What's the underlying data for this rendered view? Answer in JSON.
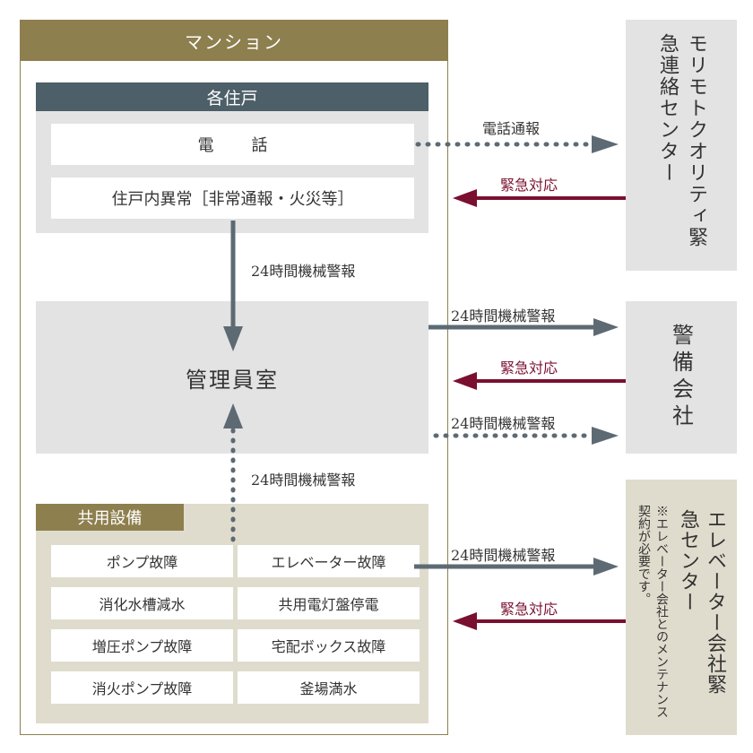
{
  "mansion": {
    "title": "マンション"
  },
  "units": {
    "title": "各住戸",
    "phone": "電話",
    "abnormal": "住戸内異常［非常通報・火災等］"
  },
  "manager_room": {
    "label": "管理員室"
  },
  "common": {
    "title": "共用設備",
    "items": [
      "ポンプ故障",
      "エレベーター故障",
      "消化水槽減水",
      "共用電灯盤停電",
      "増圧ポンプ故障",
      "宅配ボックス故障",
      "消火ポンプ故障",
      "釜場満水"
    ]
  },
  "right": {
    "morimoto": "モリモトクオリティ緊急連絡センター",
    "security": "警備会社",
    "elevator": "エレベーター会社緊急センター",
    "elevator_note": "※エレベーター会社とのメンテナンス契約が必要です。"
  },
  "labels": {
    "phone_report": "電話通報",
    "emergency": "緊急対応",
    "alarm": "24時間機械警報"
  },
  "colors": {
    "gold": "#8d7f4e",
    "slate": "#4d5f68",
    "arrow": "#5d6a73",
    "red": "#7a1030",
    "gray": "#e3e3e3",
    "beige": "#e0dccd"
  }
}
